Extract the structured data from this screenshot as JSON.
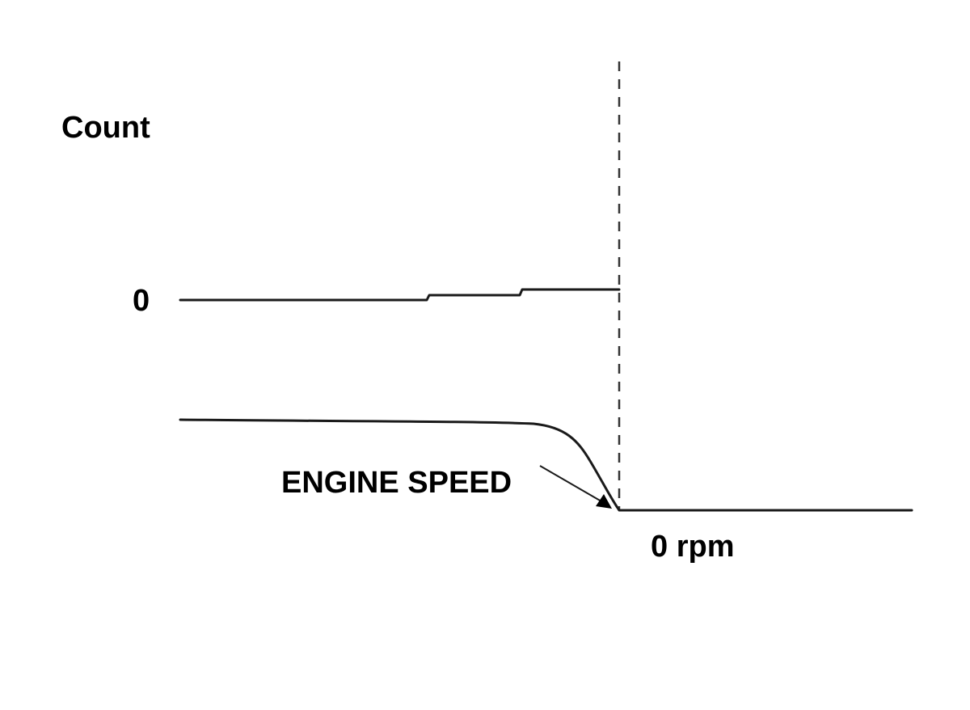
{
  "labels": {
    "count": "Count",
    "zero": "0",
    "engine_speed": "ENGINE SPEED",
    "zero_rpm": "0 rpm"
  },
  "colors": {
    "line": "#1a1a1a",
    "marker": "#333333",
    "text": "#000000",
    "background": "#ffffff"
  }
}
